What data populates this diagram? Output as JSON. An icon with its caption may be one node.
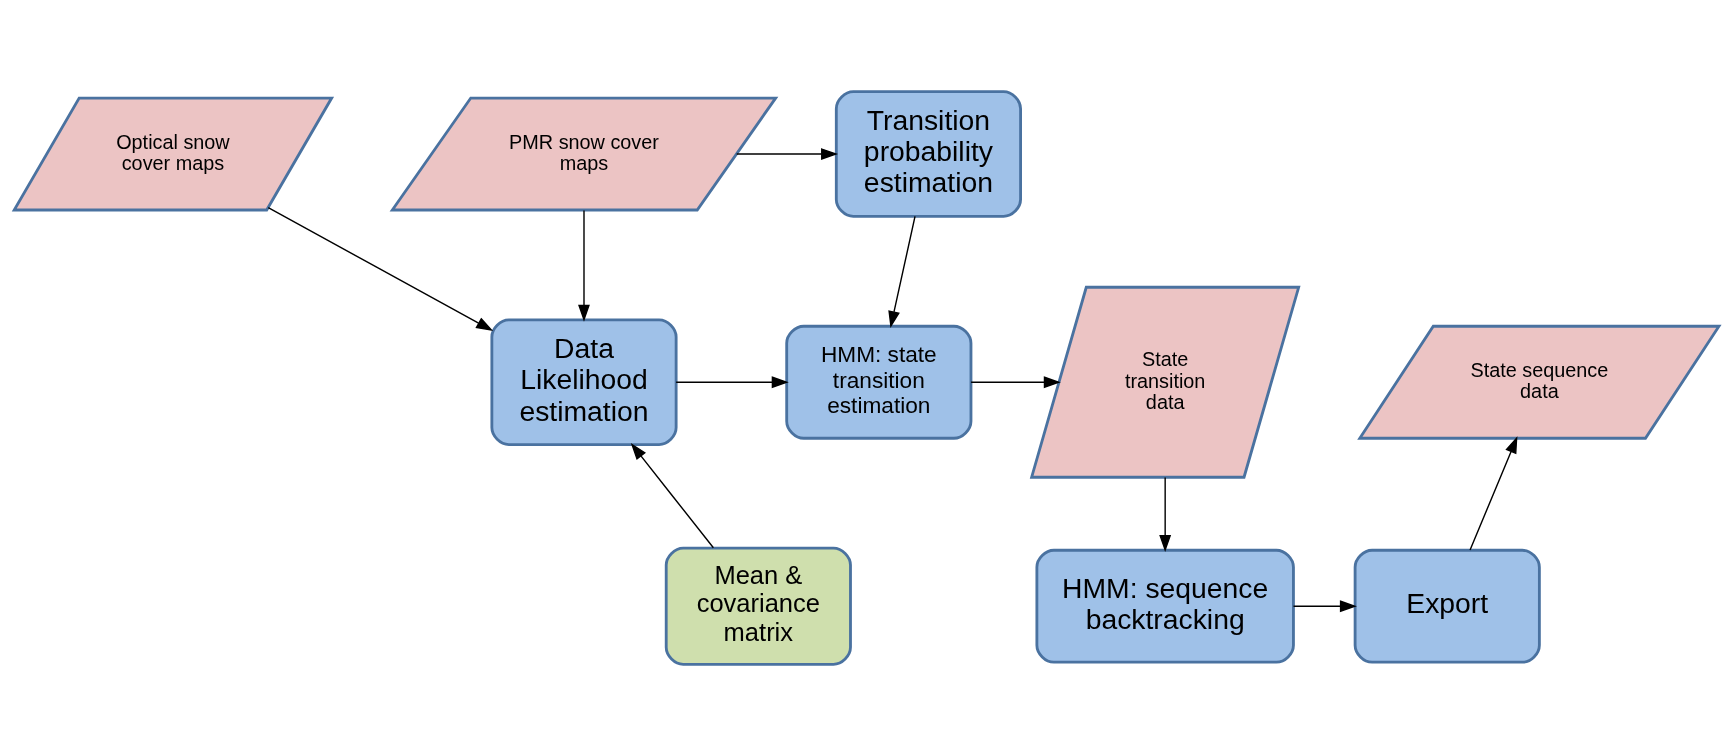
{
  "diagram": {
    "nodes": [
      {
        "text": [
          "Optical snow cover maps"
        ]
      },
      {
        "text": [
          "PMR snow cover maps"
        ]
      },
      {
        "text": [
          "Transition probability estimation"
        ]
      },
      {
        "text": [
          "Data Likelihood estimation"
        ]
      },
      {
        "text": [
          "HMM: state transition estimation"
        ]
      },
      {
        "text": [
          "State transition data"
        ]
      },
      {
        "text": [
          "State sequence data"
        ]
      },
      {
        "text": [
          "Mean & covariance matrix"
        ]
      },
      {
        "text": [
          "HMM: sequence backtracking"
        ]
      },
      {
        "text": [
          "Export"
        ]
      }
    ],
    "edges": [
      {
        "from": 0,
        "to": 3,
        "arrow": "to"
      },
      {
        "from": 1,
        "to": 3,
        "arrow": "to"
      },
      {
        "from": 1,
        "to": 2,
        "arrow": "to"
      },
      {
        "from": 2,
        "to": 4,
        "arrow": "to"
      },
      {
        "from": 3,
        "to": 4,
        "arrow": "to"
      },
      {
        "from": 4,
        "to": 5,
        "arrow": "to"
      },
      {
        "from": 7,
        "to": 3,
        "arrow": "to"
      },
      {
        "from": 5,
        "to": 8,
        "arrow": "to"
      },
      {
        "from": 8,
        "to": 9,
        "arrow": "to"
      },
      {
        "from": 9,
        "to": 6,
        "arrow": "to"
      }
    ]
  }
}
